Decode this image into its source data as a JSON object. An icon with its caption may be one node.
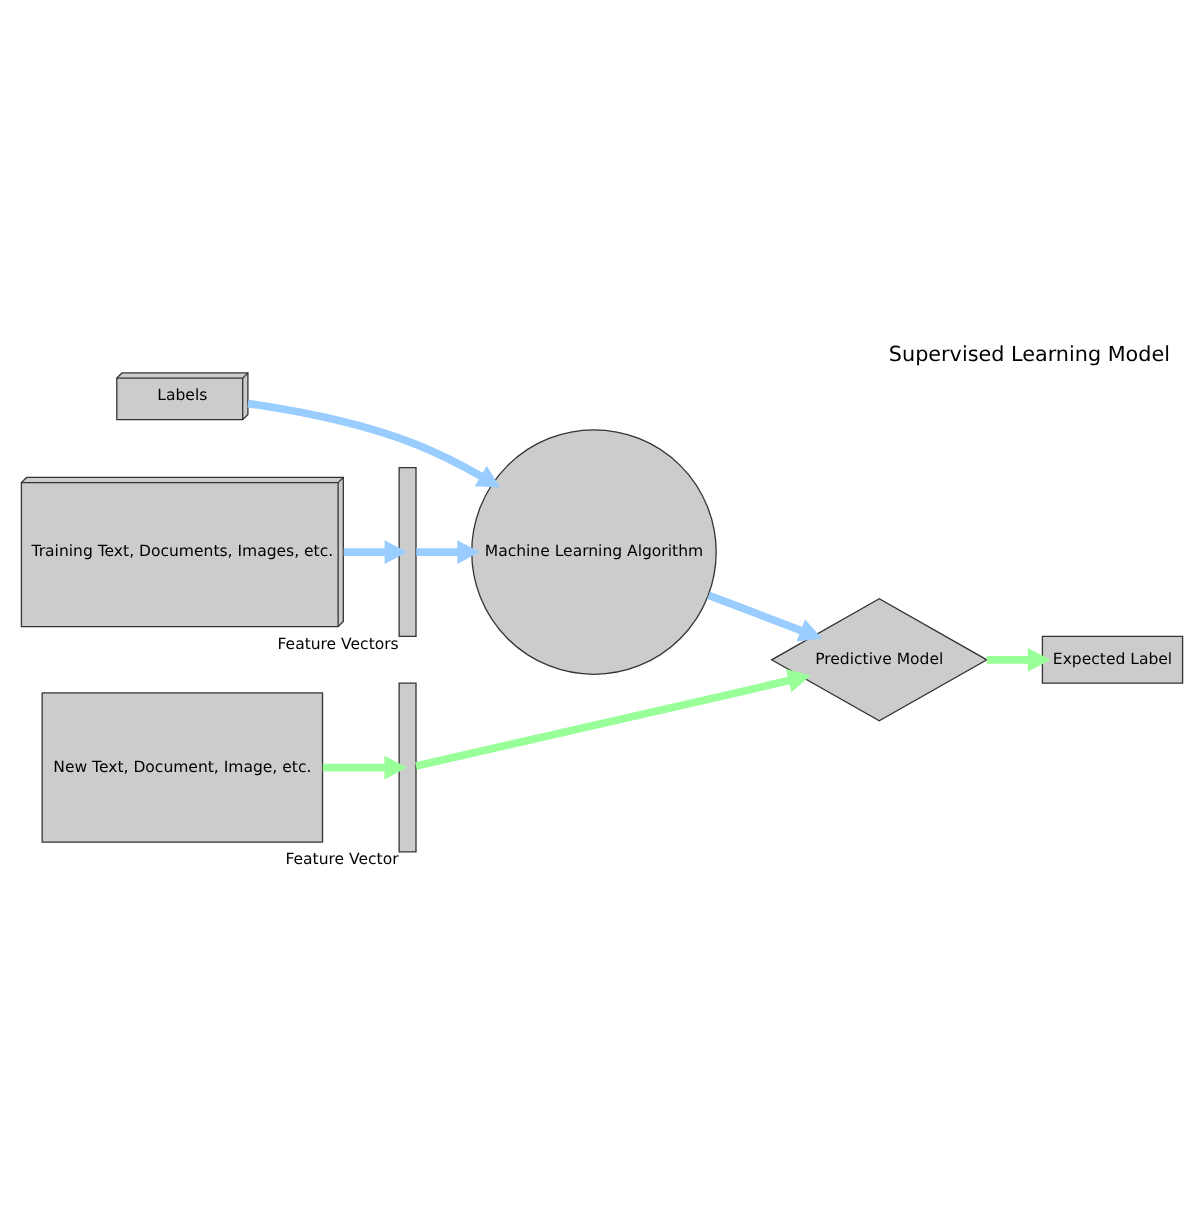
{
  "diagram": {
    "title": "Supervised Learning Model",
    "nodes": [
      {
        "text": [
          "Training Text, Documents, Images, etc."
        ]
      },
      {
        "text": [],
        "shape": "bar",
        "beside": [
          "Feature Vectors"
        ]
      },
      {
        "text": [
          "Machine Learning Algorithm"
        ]
      },
      {
        "text": [
          "Labels"
        ]
      },
      {
        "text": [
          "New Text, Document, Image, etc."
        ]
      },
      {
        "text": [],
        "shape": "bar",
        "beside": [
          "Feature Vector"
        ]
      },
      {
        "text": [
          "Predictive Model"
        ]
      },
      {
        "text": [
          "Expected Label"
        ]
      }
    ],
    "edges": [
      {
        "from": 0,
        "to": 1,
        "arrow": "to"
      },
      {
        "from": 1,
        "to": 2,
        "arrow": "to"
      },
      {
        "from": 3,
        "to": 2,
        "arrow": "to"
      },
      {
        "from": 2,
        "to": 6,
        "arrow": "to"
      },
      {
        "from": 4,
        "to": 5,
        "arrow": "to",
        "color": "#99ff99"
      },
      {
        "from": 5,
        "to": 6,
        "arrow": "to",
        "color": "#99ff99"
      },
      {
        "from": 6,
        "to": 7,
        "arrow": "to",
        "color": "#99ff99"
      }
    ]
  }
}
